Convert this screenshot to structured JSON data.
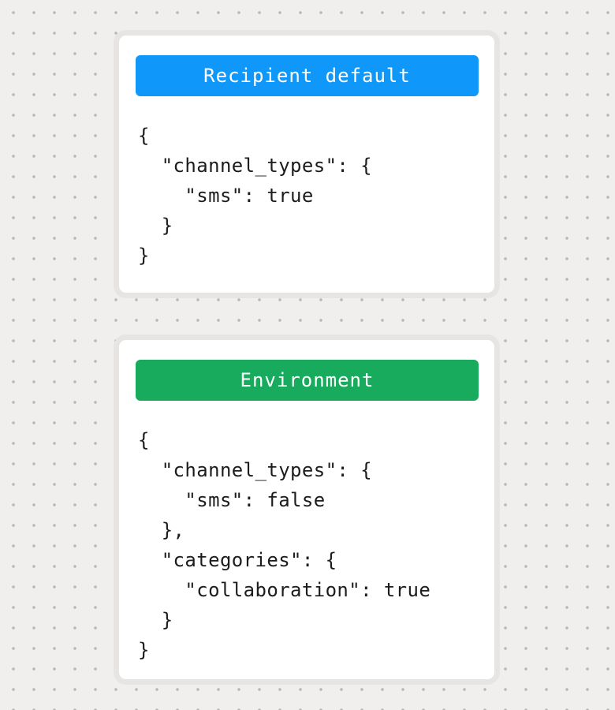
{
  "canvas": {
    "background_color": "#f0efee",
    "dot_color": "#b9b7b5"
  },
  "cards": [
    {
      "title": "Recipient default",
      "title_bg_color": "#0f98f9",
      "title_text_color": "#ffffff",
      "code": "{\n  \"channel_types\": {\n    \"sms\": true\n  }\n}"
    },
    {
      "title": "Environment",
      "title_bg_color": "#19ab5d",
      "title_text_color": "#ffffff",
      "code": "{\n  \"channel_types\": {\n    \"sms\": false\n  },\n  \"categories\": {\n    \"collaboration\": true\n  }\n}"
    }
  ]
}
